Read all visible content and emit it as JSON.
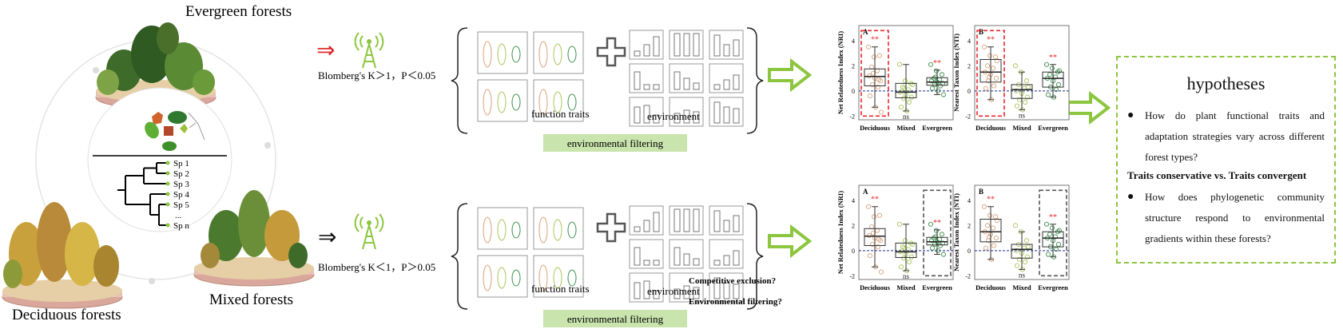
{
  "forests": {
    "evergreen_label": "Evergreen forests",
    "deciduous_label": "Deciduous forests",
    "mixed_label": "Mixed forests",
    "species": [
      "Sp 1",
      "Sp 2",
      "Sp 3",
      "Sp 4",
      "Sp 5",
      "...",
      "Sp n"
    ]
  },
  "top_row": {
    "arrow_color": "#e02020",
    "blomberg": "Blomberg's K＞1，P＜0.05",
    "traits_label": "function traits",
    "env_label": "environment",
    "filter_label": "environmental filtering"
  },
  "bottom_row": {
    "arrow_color": "#111111",
    "blomberg": "Blomberg's K＜1，P＞0.05",
    "traits_label": "function traits",
    "env_label": "environment",
    "filter_label": "environmental filtering",
    "question1": "Competitive exclusion?",
    "question2": "Environmental filtering?"
  },
  "colors": {
    "accent_green": "#8cc63f",
    "filter_box": "#c9e4ad",
    "highlight_red": "#e8262a",
    "highlight_gray": "#555555",
    "deciduous": "#d9a27a",
    "mixed": "#a8c65a",
    "evergreen": "#3f8f4f"
  },
  "chart_data": [
    {
      "type": "box",
      "panel": "A",
      "ylabel": "Net Relatedness Index (NRI)",
      "categories": [
        "Deciduous",
        "Mixed",
        "Evergreen"
      ],
      "yticks": [
        -2,
        0,
        2,
        4
      ],
      "ylim": [
        -2.3,
        5.2
      ],
      "reference_line": 0,
      "boxes": [
        {
          "min": -1.3,
          "q1": 0.4,
          "median": 1.15,
          "q3": 1.75,
          "max": 3.5,
          "sig": "**"
        },
        {
          "min": -1.6,
          "q1": -0.55,
          "median": -0.1,
          "q3": 0.6,
          "max": 2.1,
          "sig": "ns"
        },
        {
          "min": -0.3,
          "q1": 0.45,
          "median": 0.7,
          "q3": 1.05,
          "max": 1.65,
          "sig": "**"
        }
      ],
      "points": [
        [
          3.5,
          2.7,
          2.8,
          1.9,
          1.6,
          1.2,
          1.0,
          0.8,
          0.5,
          0.3,
          -0.4,
          -1.3,
          -1.7,
          1.4,
          0.9
        ],
        [
          2.1,
          0.8,
          0.6,
          0.3,
          0.1,
          -0.1,
          -0.3,
          -0.5,
          -0.6,
          -0.9,
          -1.3,
          -1.6,
          0.5,
          0.2
        ],
        [
          2.1,
          1.6,
          1.3,
          1.0,
          0.9,
          0.8,
          0.7,
          0.6,
          0.5,
          0.4,
          0.2,
          0.0,
          -0.3,
          1.1
        ]
      ],
      "highlight": "Deciduous"
    },
    {
      "type": "box",
      "panel": "B",
      "ylabel": "Nearest Taxon Index (NTI)",
      "categories": [
        "Deciduous",
        "Mixed",
        "Evergreen"
      ],
      "yticks": [
        -2,
        0,
        2,
        4
      ],
      "ylim": [
        -2.3,
        5.2
      ],
      "reference_line": 0,
      "boxes": [
        {
          "min": -0.7,
          "q1": 0.7,
          "median": 1.5,
          "q3": 2.5,
          "max": 3.5,
          "sig": "**"
        },
        {
          "min": -1.5,
          "q1": -0.6,
          "median": 0.1,
          "q3": 0.5,
          "max": 1.5,
          "sig": "ns"
        },
        {
          "min": -0.5,
          "q1": 0.3,
          "median": 1.0,
          "q3": 1.5,
          "max": 2.1,
          "sig": "**"
        }
      ],
      "points": [
        [
          3.5,
          2.8,
          2.7,
          2.0,
          1.8,
          1.5,
          1.3,
          1.0,
          0.8,
          0.4,
          0.2,
          -0.7,
          2.4,
          1.1
        ],
        [
          2.0,
          1.5,
          0.8,
          0.5,
          0.2,
          0.0,
          -0.2,
          -0.5,
          -0.7,
          -0.9,
          -1.2,
          -1.5,
          0.3
        ],
        [
          2.1,
          1.8,
          1.5,
          1.3,
          1.1,
          1.0,
          0.8,
          0.5,
          0.3,
          0.1,
          -0.3,
          -0.5,
          1.6
        ]
      ],
      "highlight": "Deciduous"
    },
    {
      "type": "box",
      "panel": "A",
      "ylabel": "Net Relatedness Index (NRI)",
      "categories": [
        "Deciduous",
        "Mixed",
        "Evergreen"
      ],
      "yticks": [
        -2,
        0,
        2,
        4
      ],
      "ylim": [
        -2.3,
        5.2
      ],
      "reference_line": 0,
      "boxes": [
        {
          "min": -1.3,
          "q1": 0.4,
          "median": 1.15,
          "q3": 1.75,
          "max": 3.5,
          "sig": "**"
        },
        {
          "min": -1.6,
          "q1": -0.55,
          "median": -0.1,
          "q3": 0.6,
          "max": 2.1,
          "sig": "ns"
        },
        {
          "min": -0.3,
          "q1": 0.45,
          "median": 0.7,
          "q3": 1.05,
          "max": 1.65,
          "sig": "**"
        }
      ],
      "points": [
        [
          3.5,
          2.7,
          2.8,
          1.9,
          1.6,
          1.2,
          1.0,
          0.8,
          0.5,
          0.3,
          -0.4,
          -1.3,
          -1.7,
          1.4,
          0.9
        ],
        [
          2.1,
          0.8,
          0.6,
          0.3,
          0.1,
          -0.1,
          -0.3,
          -0.5,
          -0.6,
          -0.9,
          -1.3,
          -1.6,
          0.5,
          0.2
        ],
        [
          2.1,
          1.6,
          1.3,
          1.0,
          0.9,
          0.8,
          0.7,
          0.6,
          0.5,
          0.4,
          0.2,
          0.0,
          -0.3,
          1.1
        ]
      ],
      "highlight": "Evergreen"
    },
    {
      "type": "box",
      "panel": "B",
      "ylabel": "Nearest Taxon Index (NTI)",
      "categories": [
        "Deciduous",
        "Mixed",
        "Evergreen"
      ],
      "yticks": [
        -2,
        0,
        2,
        4
      ],
      "ylim": [
        -2.3,
        5.2
      ],
      "reference_line": 0,
      "boxes": [
        {
          "min": -0.7,
          "q1": 0.7,
          "median": 1.5,
          "q3": 2.5,
          "max": 3.5,
          "sig": "**"
        },
        {
          "min": -1.5,
          "q1": -0.6,
          "median": 0.1,
          "q3": 0.5,
          "max": 1.5,
          "sig": "ns"
        },
        {
          "min": -0.5,
          "q1": 0.3,
          "median": 1.0,
          "q3": 1.5,
          "max": 2.1,
          "sig": "**"
        }
      ],
      "points": [
        [
          3.5,
          2.8,
          2.7,
          2.0,
          1.8,
          1.5,
          1.3,
          1.0,
          0.8,
          0.4,
          0.2,
          -0.7,
          2.4,
          1.1
        ],
        [
          2.0,
          1.5,
          0.8,
          0.5,
          0.2,
          0.0,
          -0.2,
          -0.5,
          -0.7,
          -0.9,
          -1.2,
          -1.5,
          0.3
        ],
        [
          2.1,
          1.8,
          1.5,
          1.3,
          1.1,
          1.0,
          0.8,
          0.5,
          0.3,
          0.1,
          -0.3,
          -0.5,
          1.6
        ]
      ],
      "highlight": "Evergreen"
    }
  ],
  "hypotheses": {
    "title": "hypotheses",
    "bullet": "●",
    "q1": "How do plant functional traits and adaptation strategies vary across different forest types?",
    "contrast": "Traits conservative vs. Traits convergent",
    "q2": "How does phylogenetic community structure respond to environmental gradients within these forests?"
  }
}
